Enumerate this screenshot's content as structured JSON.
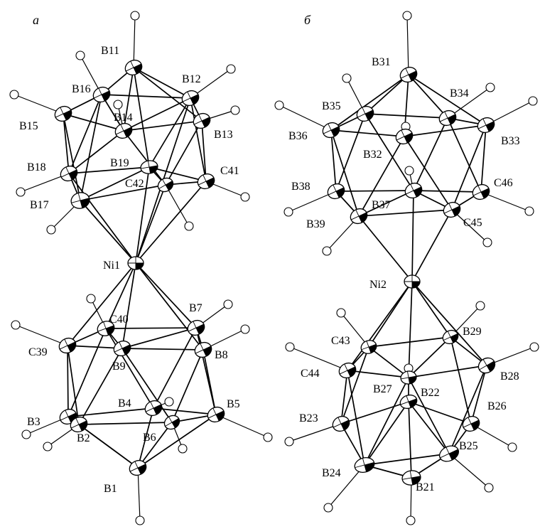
{
  "panels": [
    {
      "label": "а",
      "atoms": [
        {
          "id": "B11",
          "label": "B11"
        },
        {
          "id": "B12",
          "label": "B12"
        },
        {
          "id": "B16",
          "label": "B16"
        },
        {
          "id": "B14",
          "label": "B14"
        },
        {
          "id": "B15",
          "label": "B15"
        },
        {
          "id": "B13",
          "label": "B13"
        },
        {
          "id": "B18",
          "label": "B18"
        },
        {
          "id": "B19",
          "label": "B19"
        },
        {
          "id": "C41",
          "label": "C41"
        },
        {
          "id": "C42",
          "label": "C42"
        },
        {
          "id": "B17",
          "label": "B17"
        },
        {
          "id": "Ni1",
          "label": "Ni1"
        },
        {
          "id": "B7",
          "label": "B7"
        },
        {
          "id": "C40",
          "label": "C40"
        },
        {
          "id": "C39",
          "label": "C39"
        },
        {
          "id": "B9",
          "label": "B9"
        },
        {
          "id": "B8",
          "label": "B8"
        },
        {
          "id": "B4",
          "label": "B4"
        },
        {
          "id": "B3",
          "label": "B3"
        },
        {
          "id": "B5",
          "label": "B5"
        },
        {
          "id": "B2",
          "label": "B2"
        },
        {
          "id": "B6",
          "label": "B6"
        },
        {
          "id": "B1",
          "label": "B1"
        }
      ]
    },
    {
      "label": "б",
      "atoms": [
        {
          "id": "B31",
          "label": "B31"
        },
        {
          "id": "B35",
          "label": "B35"
        },
        {
          "id": "B34",
          "label": "B34"
        },
        {
          "id": "B36",
          "label": "B36"
        },
        {
          "id": "B33",
          "label": "B33"
        },
        {
          "id": "B32",
          "label": "B32"
        },
        {
          "id": "B38",
          "label": "B38"
        },
        {
          "id": "C46",
          "label": "C46"
        },
        {
          "id": "B37",
          "label": "B37"
        },
        {
          "id": "B39",
          "label": "B39"
        },
        {
          "id": "C45",
          "label": "C45"
        },
        {
          "id": "Ni2",
          "label": "Ni2"
        },
        {
          "id": "C43",
          "label": "C43"
        },
        {
          "id": "B29",
          "label": "B29"
        },
        {
          "id": "C44",
          "label": "C44"
        },
        {
          "id": "B28",
          "label": "B28"
        },
        {
          "id": "B27",
          "label": "B27"
        },
        {
          "id": "B22",
          "label": "B22"
        },
        {
          "id": "B26",
          "label": "B26"
        },
        {
          "id": "B23",
          "label": "B23"
        },
        {
          "id": "B25",
          "label": "B25"
        },
        {
          "id": "B24",
          "label": "B24"
        },
        {
          "id": "B21",
          "label": "B21"
        }
      ]
    }
  ]
}
